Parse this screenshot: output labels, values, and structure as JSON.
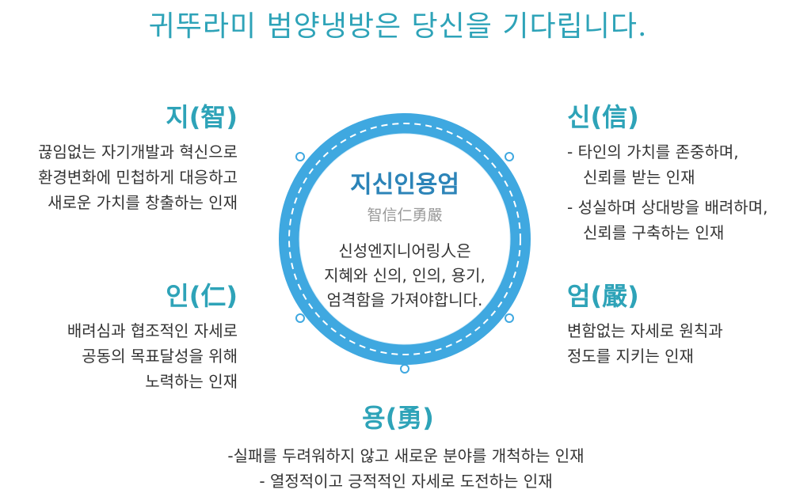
{
  "headline": "귀뚜라미 범양냉방은 당신을 기다립니다.",
  "colors": {
    "accent": "#2ea3b8",
    "ring": "#3fa8e0",
    "center_title": "#2c84b8",
    "body_text": "#333333",
    "sub_text": "#999999"
  },
  "center": {
    "title": "지신인용엄",
    "hanja": "智信仁勇嚴",
    "body": [
      "신성엔지니어링人은",
      "지혜와 신의, 인의, 용기,",
      "엄격함을 가져야합니다."
    ]
  },
  "virtues": {
    "ji": {
      "title": "지(智)",
      "lines": [
        "끊임없는 자기개발과 혁신으로",
        "환경변화에 민첩하게 대응하고",
        "새로운 가치를 창출하는 인재"
      ]
    },
    "in": {
      "title": "인(仁)",
      "lines": [
        "배려심과 협조적인 자세로",
        "공동의 목표달성을 위해",
        "노력하는 인재"
      ]
    },
    "sin": {
      "title": "신(信)",
      "lines": [
        "- 타인의 가치를 존중하며,",
        "신뢰를 받는 인재",
        "- 성실하며 상대방을 배려하며,",
        "신뢰를 구축하는 인재"
      ]
    },
    "eom": {
      "title": "엄(嚴)",
      "lines": [
        "변함없는 자세로 원칙과",
        "정도를 지키는 인재"
      ]
    },
    "yong": {
      "title": "용(勇)",
      "lines": [
        "-실패를 두려워하지 않고 새로운 분야를 개척하는 인재",
        "- 열정적이고 긍적적인 자세로 도전하는 인재"
      ]
    }
  }
}
